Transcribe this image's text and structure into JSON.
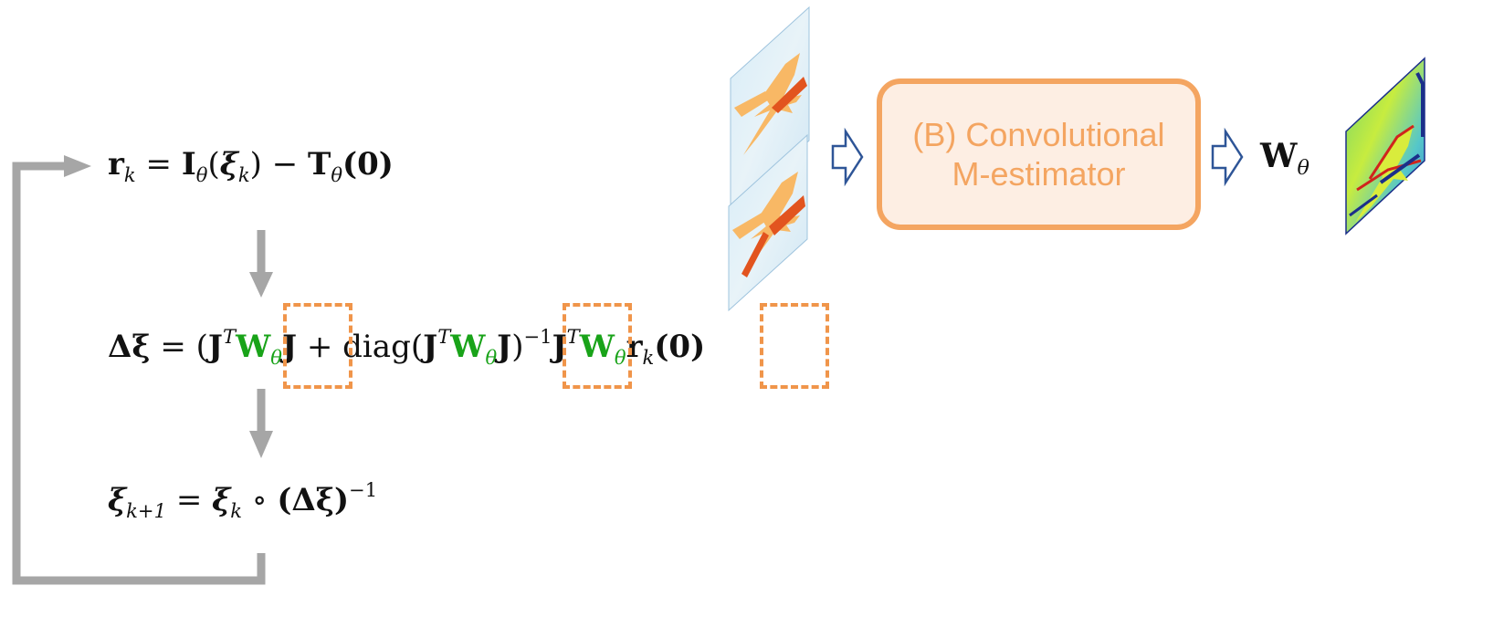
{
  "equations": {
    "residual": {
      "lhs": "r",
      "lhs_sub": "k",
      "eq": "=",
      "I": "I",
      "I_sub": "θ",
      "I_arg_open": "(",
      "I_arg": "ξ",
      "I_arg_sub": "k",
      "I_arg_close": ")",
      "minus": "−",
      "T": "T",
      "T_sub": "θ",
      "T_arg": "(0)"
    },
    "update": {
      "lhs": "Δξ",
      "eq": "= (",
      "J1": "J",
      "J1_sup": "T",
      "W1": "W",
      "W1_sub": "θ",
      "J2": "J",
      "plus": "+ diag(",
      "J3": "J",
      "J3_sup": "T",
      "W2": "W",
      "W2_sub": "θ",
      "J4": "J",
      "close": ")",
      "close_sup": "−1",
      "J5": "J",
      "J5_sup": "T",
      "W3": "W",
      "W3_sub": "θ",
      "r": "r",
      "r_sub": "k",
      "r_arg": "(0)"
    },
    "compose": {
      "lhs": "ξ",
      "lhs_sub": "k+1",
      "eq": "=",
      "rhs": "ξ",
      "rhs_sub": "k",
      "op": "∘",
      "paren": "(Δξ)",
      "paren_sup": "−1"
    }
  },
  "module": {
    "line1": "(B) Convolutional",
    "line2": "M-estimator"
  },
  "output": {
    "W": "W",
    "W_sub": "θ"
  },
  "colors": {
    "arrow_gray": "#a6a6a6",
    "dash_orange": "#f0954a",
    "box_orange": "#f4a561",
    "box_fill": "#fdeee3",
    "weight_green": "#19a319",
    "block_arrow_blue": "#2e5597"
  }
}
